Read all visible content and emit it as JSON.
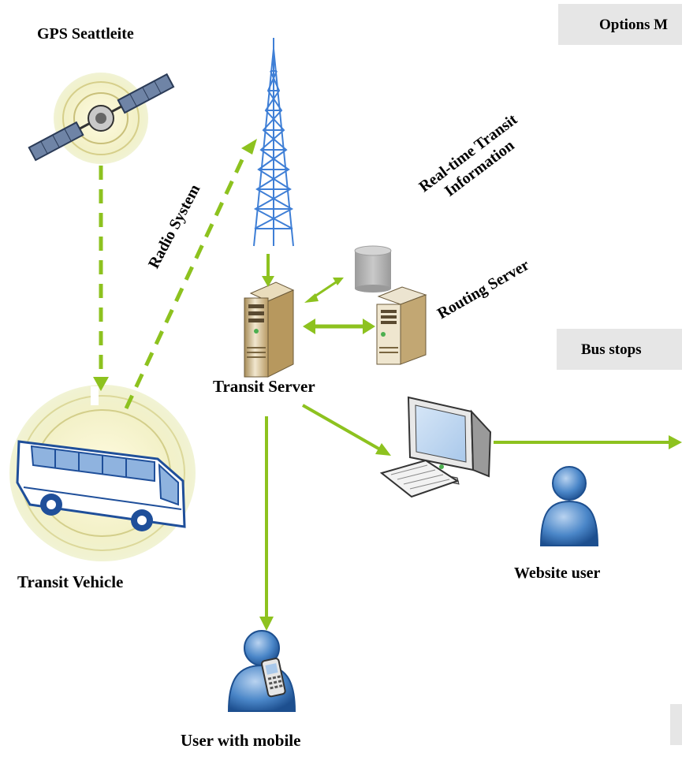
{
  "labels": {
    "gps_satellite": "GPS Seattleite",
    "radio_system": "Radio System",
    "realtime_line1": "Real-time Transit",
    "realtime_line2": "Information",
    "routing_server": "Routing Server",
    "transit_server": "Transit Server",
    "transit_vehicle": "Transit Vehicle",
    "website_user": "Website user",
    "user_with_mobile": "User with mobile"
  },
  "panels": {
    "options": "Options M",
    "bus_stops": "Bus stops"
  },
  "colors": {
    "arrow_green": "#8dc21f",
    "panel_gray": "#e6e6e6",
    "tower_blue": "#3f7fd6",
    "user_blue": "#4a86c8",
    "bus_blue": "#1f4f9a"
  },
  "icons": [
    "satellite-icon",
    "radio-tower-icon",
    "database-icon",
    "server-icon",
    "bus-icon",
    "desktop-computer-icon",
    "person-icon",
    "mobile-user-icon"
  ]
}
